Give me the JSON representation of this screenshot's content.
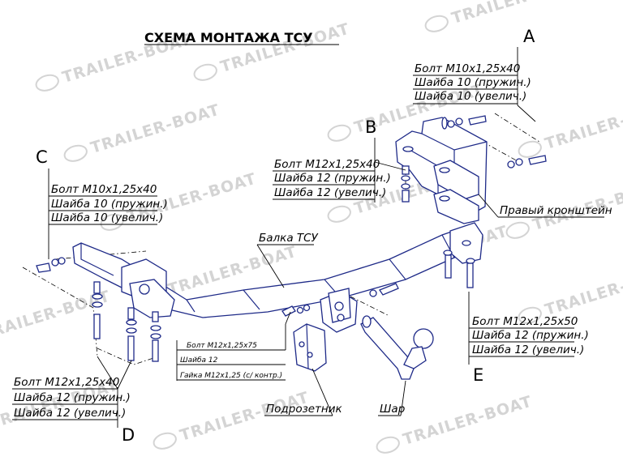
{
  "title": "СХЕМА МОНТАЖА ТСУ",
  "watermark": "TRAILER-BOAT",
  "colors": {
    "parts": "#1e2a88",
    "text": "#000000",
    "watermark": "#d4d4d4"
  },
  "callouts": {
    "A": {
      "letter": "A",
      "lines": [
        "Болт М10х1,25х40",
        "Шайба 10 (пружин.)",
        "Шайба 10 (увелич.)"
      ]
    },
    "B": {
      "letter": "B",
      "lines": [
        "Болт М12х1,25х40",
        "Шайба 12 (пружин.)",
        "Шайба 12 (увелич.)"
      ]
    },
    "C": {
      "letter": "C",
      "lines": [
        "Болт М10х1,25х40",
        "Шайба 10 (пружин.)",
        "Шайба 10 (увелич.)"
      ]
    },
    "D": {
      "letter": "D",
      "lines": [
        "Болт М12х1,25х40",
        "Шайба 12 (пружин.)",
        "Шайба 12 (увелич.)"
      ]
    },
    "E": {
      "letter": "E",
      "lines": [
        "Болт М12х1,25х50",
        "Шайба 12 (пружин.)",
        "Шайба 12 (увелич.)"
      ]
    },
    "F": {
      "lines": [
        "Болт М12х1,25х75",
        "Шайба 12",
        "Гайка М12х1,25 (с/ контр.)"
      ]
    }
  },
  "part_labels": {
    "right_bracket": "Правый кронштейн",
    "beam": "Балка ТСУ",
    "socket_bracket": "Подрозетник",
    "ball": "Шар"
  }
}
